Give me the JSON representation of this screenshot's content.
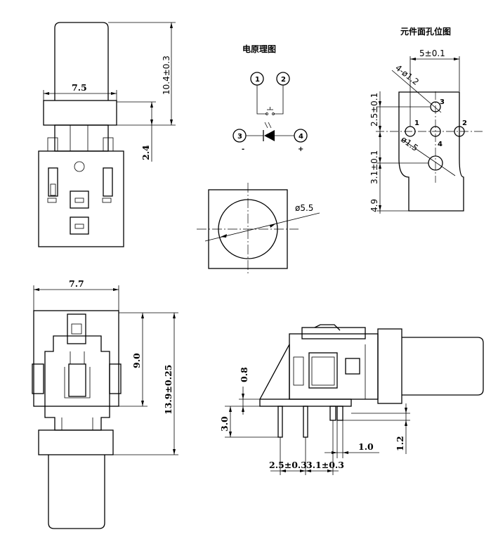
{
  "titles": {
    "schematic": "电原理图",
    "hole_layout": "元件面孔位图"
  },
  "top_view": {
    "width": "7.5",
    "height": "10.4±0.3",
    "offset": "2.4"
  },
  "schematic": {
    "pin1": "1",
    "pin2": "2",
    "pin3": "3",
    "pin4": "4",
    "minus": "-",
    "plus": "+"
  },
  "cap_view": {
    "diameter": "ø5.5"
  },
  "hole_layout": {
    "width": "5±0.1",
    "dia_small": "4-ø1.2",
    "dia_large": "ø1.5",
    "pitch_top": "2.5±0.1",
    "pitch_bottom": "3.1±0.1",
    "bottom": "4.9",
    "pin1": "1",
    "pin2": "2",
    "pin3": "3",
    "pin4": "4"
  },
  "front_view": {
    "width": "7.7",
    "height_inner": "9.0",
    "height_total": "13.9±0.25"
  },
  "side_view": {
    "d1": "0.8",
    "d2": "3.0",
    "d3": "1.0",
    "d4": "1.2",
    "d5": "2.5±0.3",
    "d6": "3.1±0.3"
  }
}
